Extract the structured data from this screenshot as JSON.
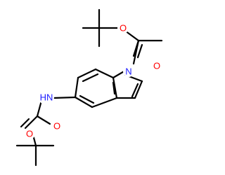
{
  "molecule": {
    "atoms": {
      "ring_nitrogen": "N",
      "carbamate_nh": "HN",
      "boc1_carbonyl_oxygen": "O",
      "boc1_ester_oxygen": "O",
      "boc2_carbonyl_oxygen": "O",
      "boc2_ester_oxygen": "O"
    }
  },
  "colors": {
    "bond": "#000000",
    "nitrogen": "#1a1aff",
    "oxygen": "#ff0000",
    "background": "#ffffff"
  }
}
